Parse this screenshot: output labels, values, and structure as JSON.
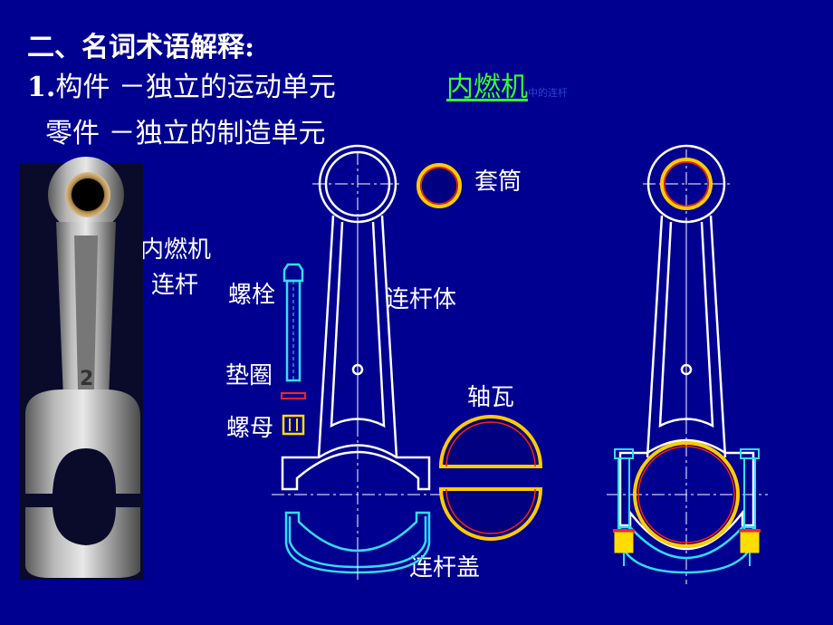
{
  "slide": {
    "heading": "二、名词术语解释:",
    "line1": {
      "prefix": "1.",
      "text": "构件 －独立的运动单元"
    },
    "link_text": "内燃机",
    "link_suffix": "中的连杆",
    "line2": "零件 －独立的制造单元",
    "photo_caption_1": "内燃机",
    "photo_caption_2": "连杆"
  },
  "parts": {
    "sleeve": "套筒",
    "bolt": "螺栓",
    "rod_body": "连杆体",
    "washer": "垫圈",
    "nut": "螺母",
    "bearing": "轴瓦",
    "cap": "连杆盖"
  },
  "colors": {
    "background": "#000090",
    "text": "#ffffff",
    "link": "#33ff33",
    "drawing_line": "#ffffff",
    "bolt": "#33ddff",
    "sleeve_fill": "#000080",
    "bearing_outer": "#ffcc00",
    "bearing_inner": "#ff2200"
  }
}
